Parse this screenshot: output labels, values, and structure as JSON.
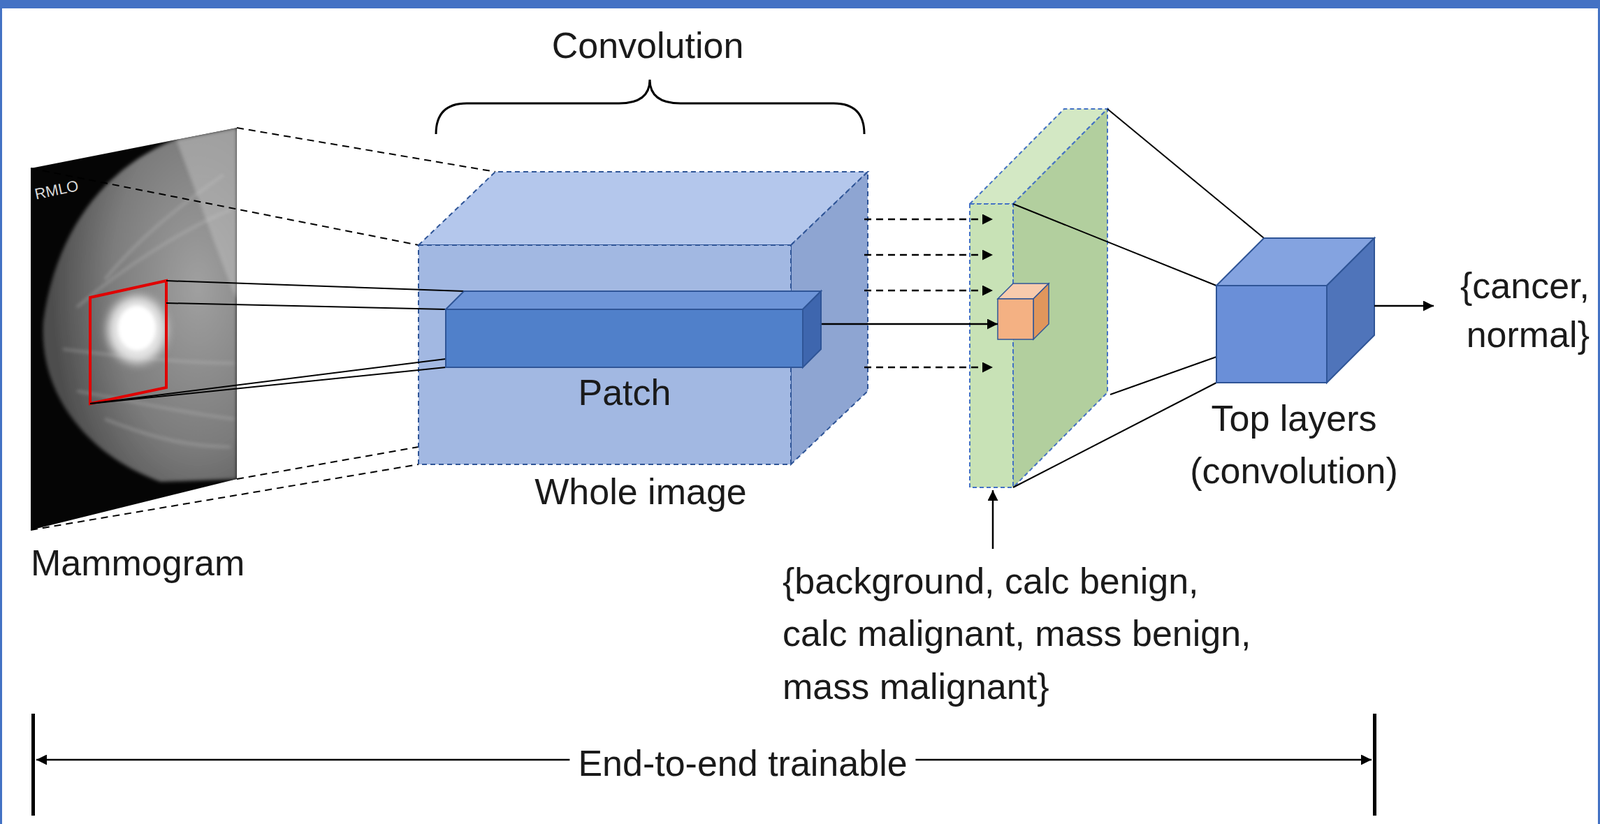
{
  "diagram": {
    "nodes": [
      {
        "text": [
          "Mammogram"
        ]
      },
      {
        "text": [
          "Whole image"
        ]
      },
      {
        "text": [
          "Patch"
        ],
        "in": 1
      },
      {
        "text": [
          "Top layers (convolution)"
        ]
      }
    ],
    "labels": [
      "Convolution",
      "RMLO",
      "{background, calc benign, calc malignant, mass benign, mass malignant}",
      "{cancer, normal}",
      "End-to-end trainable"
    ]
  }
}
